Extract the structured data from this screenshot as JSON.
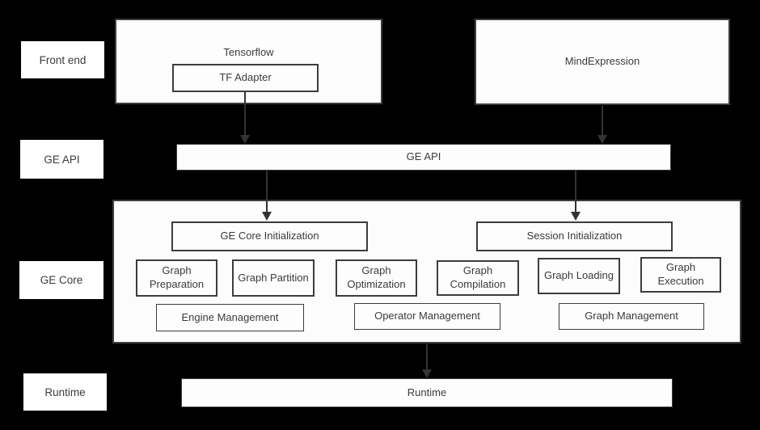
{
  "colors": {
    "background": "#000000",
    "box_fill": "#fdfdfd",
    "border": "#3d3d3d",
    "text": "#3b3b3b",
    "arrow": "#333333"
  },
  "layers": [
    {
      "label": "Front end"
    },
    {
      "label": "GE API"
    },
    {
      "label": "GE Core"
    },
    {
      "label": "Runtime"
    }
  ],
  "frontend": {
    "tensorflow": {
      "label": "Tensorflow",
      "sub": "TF Adapter"
    },
    "mindexpression": {
      "label": "MindExpression"
    }
  },
  "ge_api": {
    "label": "GE API"
  },
  "ge_core": {
    "init_boxes": [
      "GE Core Initialization",
      "Session Initialization"
    ],
    "stage_boxes": [
      "Graph Preparation",
      "Graph Partition",
      "Graph Optimization",
      "Graph Compilation",
      "Graph Loading",
      "Graph Execution"
    ],
    "management_boxes": [
      "Engine Management",
      "Operator Management",
      "Graph Management"
    ]
  },
  "runtime": {
    "label": "Runtime"
  }
}
